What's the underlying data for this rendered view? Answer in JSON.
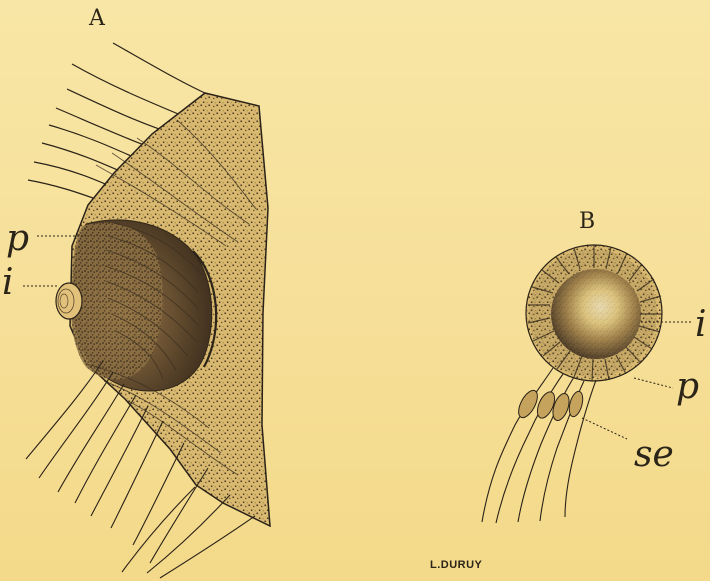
{
  "figure": {
    "panel_a_title": "A",
    "panel_b_title": "B",
    "labels": {
      "a_p": "p",
      "a_i": "i",
      "b_i": "i",
      "b_p": "p",
      "b_se": "se"
    },
    "credit": "L.DURUY"
  },
  "colors": {
    "paper": "#f7e3a1",
    "ink": "#2b2418"
  }
}
